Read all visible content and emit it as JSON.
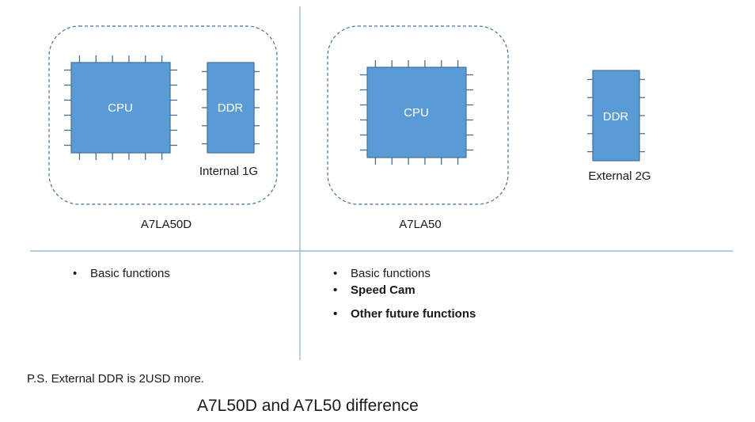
{
  "left": {
    "cpu_label": "CPU",
    "ddr_label": "DDR",
    "ddr_caption": "Internal 1G",
    "model_label": "A7LA50D",
    "features": [
      {
        "text": "Basic functions",
        "bold": false
      }
    ]
  },
  "right": {
    "cpu_label": "CPU",
    "ddr_label": "DDR",
    "ddr_caption": "External 2G",
    "model_label": "A7LA50",
    "features": [
      {
        "text": "Basic functions",
        "bold": false
      },
      {
        "text": "Speed Cam",
        "bold": true
      },
      {
        "text": "Other future functions",
        "bold": true
      }
    ]
  },
  "note": "P.S. External DDR is 2USD more.",
  "title": "A7L50D and A7L50 difference",
  "colors": {
    "chip_fill": "#5b9bd5",
    "chip_stroke": "#41719c",
    "divider": "#8eaed0",
    "dashed_border": "#41719c"
  }
}
